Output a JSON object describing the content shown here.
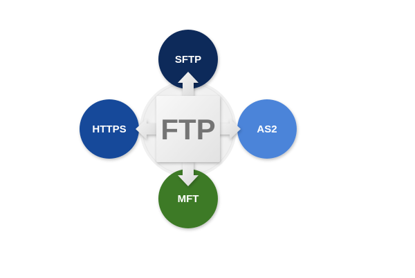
{
  "diagram": {
    "center": {
      "label": "FTP"
    },
    "nodes": {
      "top": {
        "label": "SFTP",
        "color": "#0e2a5a"
      },
      "left": {
        "label": "HTTPS",
        "color": "#14499a"
      },
      "right": {
        "label": "AS2",
        "color": "#4b84d9"
      },
      "bottom": {
        "label": "MFT",
        "color": "#3c7a25"
      }
    },
    "colors": {
      "center_box": "#eeeeee",
      "arrow": "#ebebeb",
      "center_text": "#747474"
    }
  }
}
